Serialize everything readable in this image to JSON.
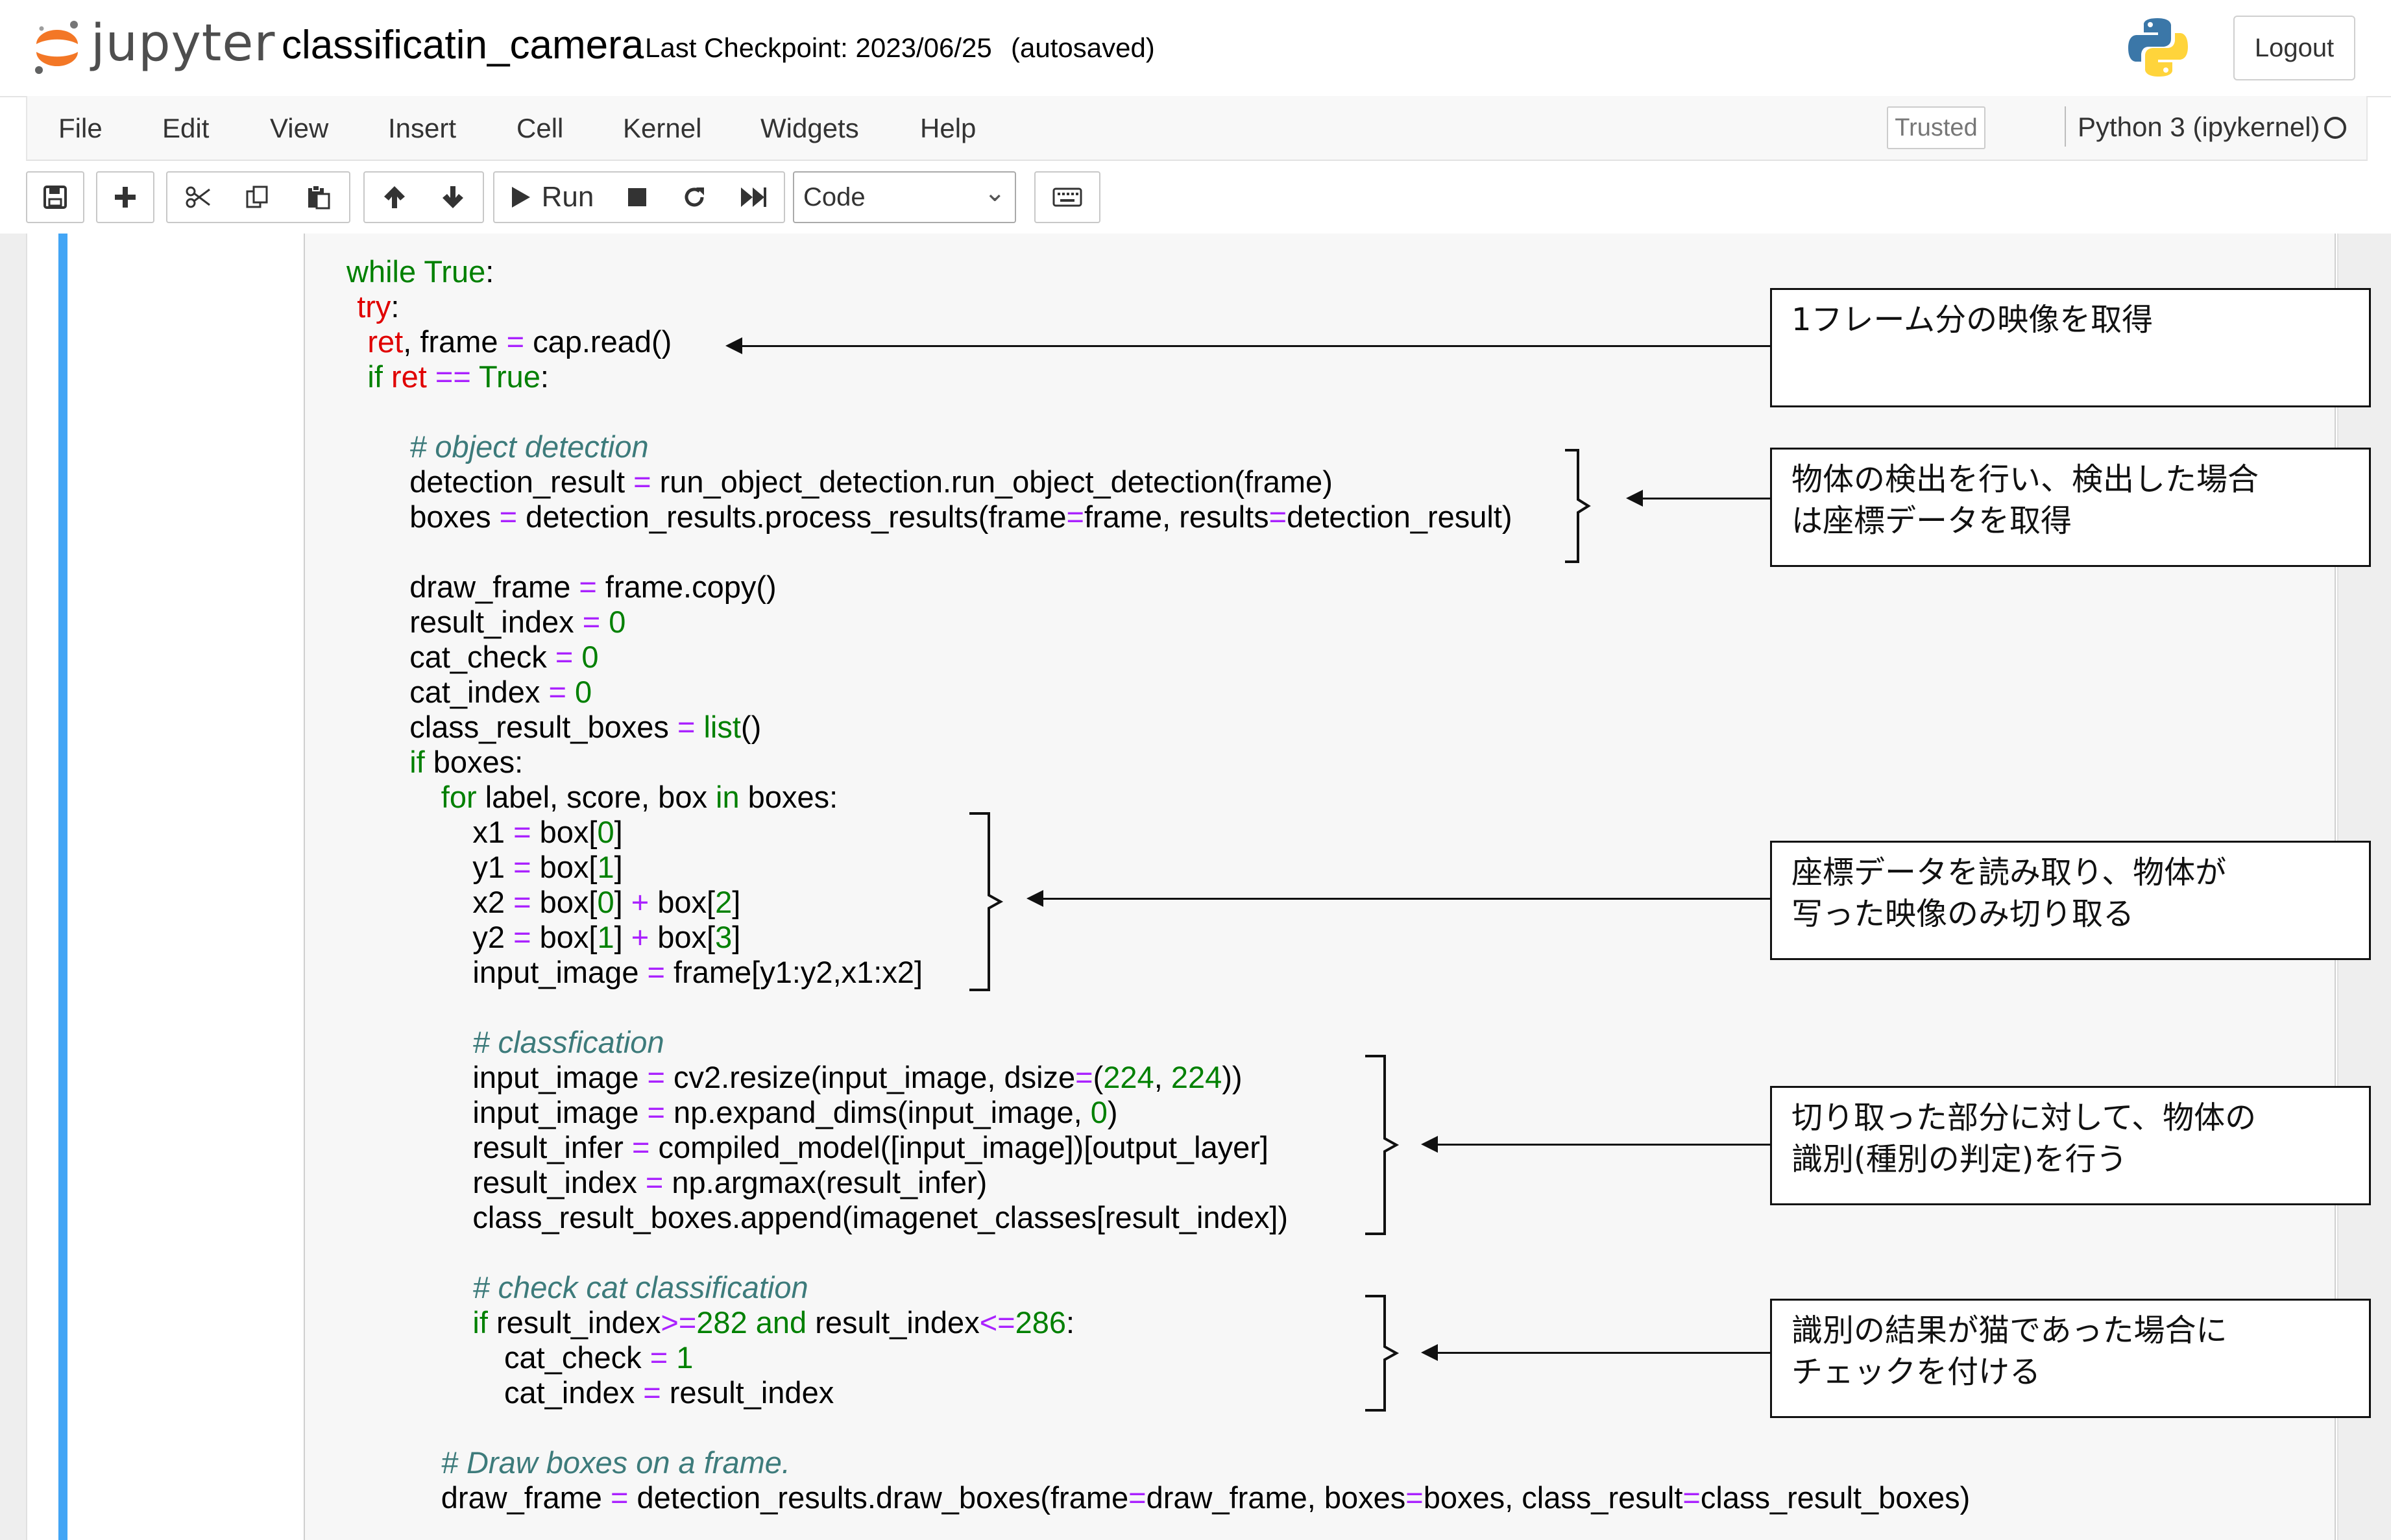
{
  "header": {
    "brand": "jupyter",
    "notebook_name": "classificatin_camera",
    "checkpoint": "Last Checkpoint: 2023/06/25",
    "autosave": "(autosaved)",
    "logout": "Logout"
  },
  "menubar": {
    "items": [
      "File",
      "Edit",
      "View",
      "Insert",
      "Cell",
      "Kernel",
      "Widgets",
      "Help"
    ],
    "trusted": "Trusted",
    "kernel": "Python 3 (ipykernel)"
  },
  "toolbar": {
    "run_label": "Run",
    "cell_type": "Code",
    "icons": [
      "save-icon",
      "plus-icon",
      "scissors-icon",
      "copy-icon",
      "paste-icon",
      "arrow-up-icon",
      "arrow-down-icon",
      "play-icon",
      "stop-icon",
      "restart-icon",
      "fast-forward-icon",
      "keyboard-icon"
    ]
  },
  "code_lines": [
    "while True:",
    " try:",
    "  ret, frame = cap.read()",
    "  if ret == True:",
    "",
    "      # object detection",
    "      detection_result = run_object_detection.run_object_detection(frame)",
    "      boxes = detection_results.process_results(frame=frame, results=detection_result)",
    "",
    "      draw_frame = frame.copy()",
    "      result_index = 0",
    "      cat_check = 0",
    "      cat_index = 0",
    "      class_result_boxes = list()",
    "      if boxes:",
    "         for label, score, box in boxes:",
    "            x1 = box[0]",
    "            y1 = box[1]",
    "            x2 = box[0] + box[2]",
    "            y2 = box[1] + box[3]",
    "            input_image = frame[y1:y2,x1:x2]",
    "",
    "            # classfication",
    "            input_image = cv2.resize(input_image, dsize=(224, 224))",
    "            input_image = np.expand_dims(input_image, 0)",
    "            result_infer = compiled_model([input_image])[output_layer]",
    "            result_index = np.argmax(result_infer)",
    "            class_result_boxes.append(imagenet_classes[result_index])",
    "",
    "            # check cat classification",
    "            if result_index>=282 and result_index<=286:",
    "               cat_check = 1",
    "               cat_index = result_index",
    "",
    "         # Draw boxes on a frame.",
    "         draw_frame = detection_results.draw_boxes(frame=draw_frame, boxes=boxes, class_result=class_result_boxes)"
  ],
  "annotations": [
    {
      "line1": "1フレーム分の映像を取得",
      "line2": ""
    },
    {
      "line1": "物体の検出を行い、検出した場合",
      "line2": "は座標データを取得"
    },
    {
      "line1": "座標データを読み取り、物体が",
      "line2": "写った映像のみ切り取る"
    },
    {
      "line1": "切り取った部分に対して、物体の",
      "line2": "識別(種別の判定)を行う"
    },
    {
      "line1": "識別の結果が猫であった場合に",
      "line2": "チェックを付ける"
    }
  ]
}
